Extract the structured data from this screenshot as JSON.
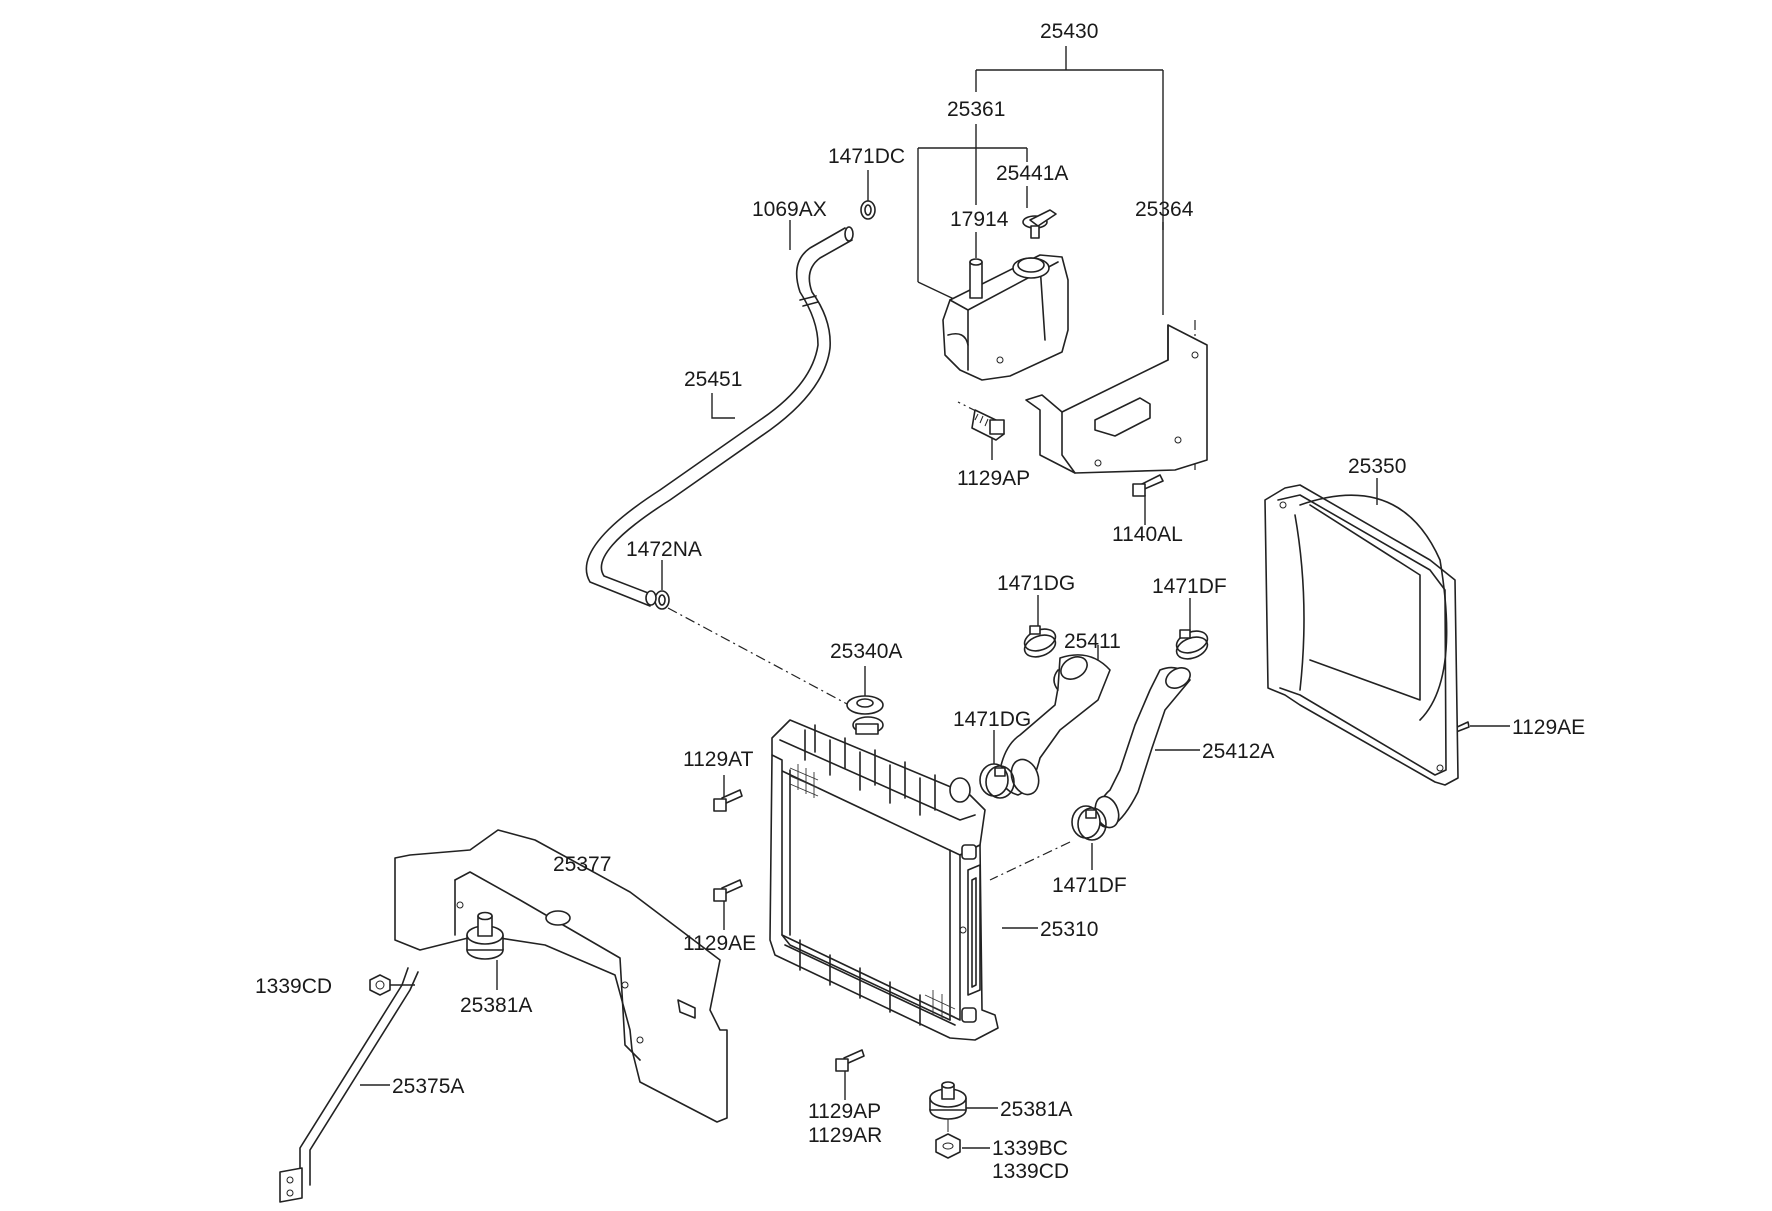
{
  "labels": {
    "l25430": "25430",
    "l25361": "25361",
    "l1471DC": "1471DC",
    "l25441A": "25441A",
    "l1069AX": "1069AX",
    "l17914": "17914",
    "l25364": "25364",
    "l25451": "25451",
    "l1129AP_top": "1129AP",
    "l25350": "25350",
    "l1140AL": "1140AL",
    "l1472NA": "1472NA",
    "l1471DG_top": "1471DG",
    "l1471DF_top": "1471DF",
    "l25411": "25411",
    "l25340A": "25340A",
    "l1129AE_right": "1129AE",
    "l1471DG_mid": "1471DG",
    "l1129AT": "1129AT",
    "l25412A": "25412A",
    "l25377": "25377",
    "l1471DF_low": "1471DF",
    "l1129AE_mid": "1129AE",
    "l25310": "25310",
    "l1339CD_left": "1339CD",
    "l25381A_left": "25381A",
    "l25375A": "25375A",
    "l1129AP_bot": "1129AP",
    "l1129AR": "1129AR",
    "l25381A_bot": "25381A",
    "l1339BC": "1339BC",
    "l1339CD_bot": "1339CD"
  }
}
